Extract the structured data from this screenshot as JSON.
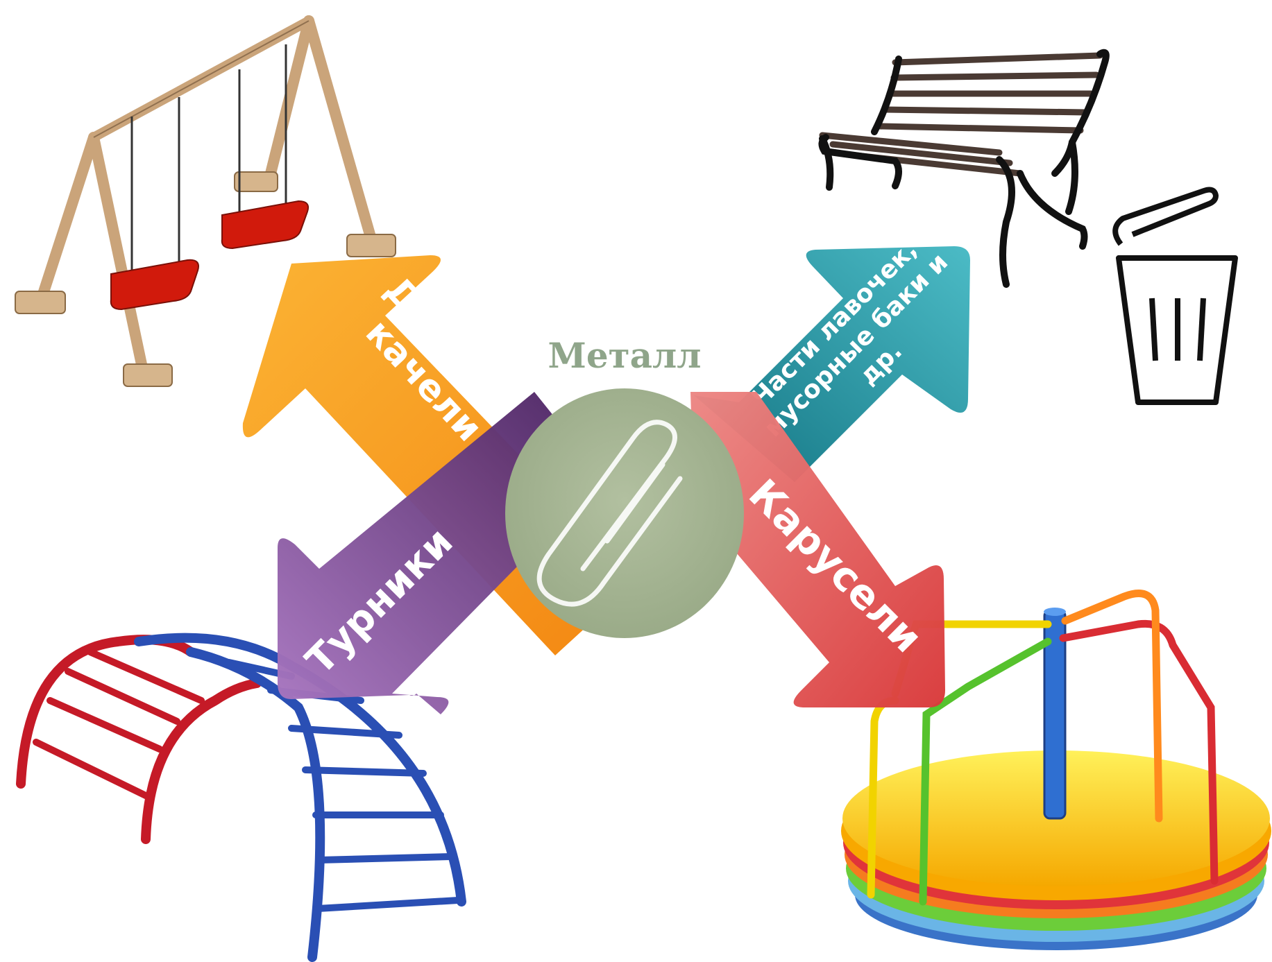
{
  "center": {
    "title": "Металл",
    "icon": "paperclip-icon",
    "color": "#a7b693"
  },
  "arrows": {
    "swings": {
      "lines": [
        "Детские",
        "качели"
      ],
      "colors": [
        "#fbb12e",
        "#f3830a"
      ]
    },
    "bars": {
      "lines": [
        "Турники"
      ],
      "colors": [
        "#a977c1",
        "#55296c"
      ]
    },
    "benches": {
      "lines": [
        "Части лавочек,",
        "мусорные баки и",
        "др."
      ],
      "colors": [
        "#0d7e8c",
        "#45b9c4"
      ]
    },
    "carousels": {
      "lines": [
        "Карусели"
      ],
      "colors": [
        "#e77a79",
        "#dc3d3e"
      ]
    }
  },
  "illustrations": {
    "swings": "swing-set-illustration",
    "bench": "bench-illustration",
    "trash": "trash-can-icon",
    "monkey_bars": "arch-monkey-bars-illustration",
    "carousel": "carousel-illustration"
  }
}
